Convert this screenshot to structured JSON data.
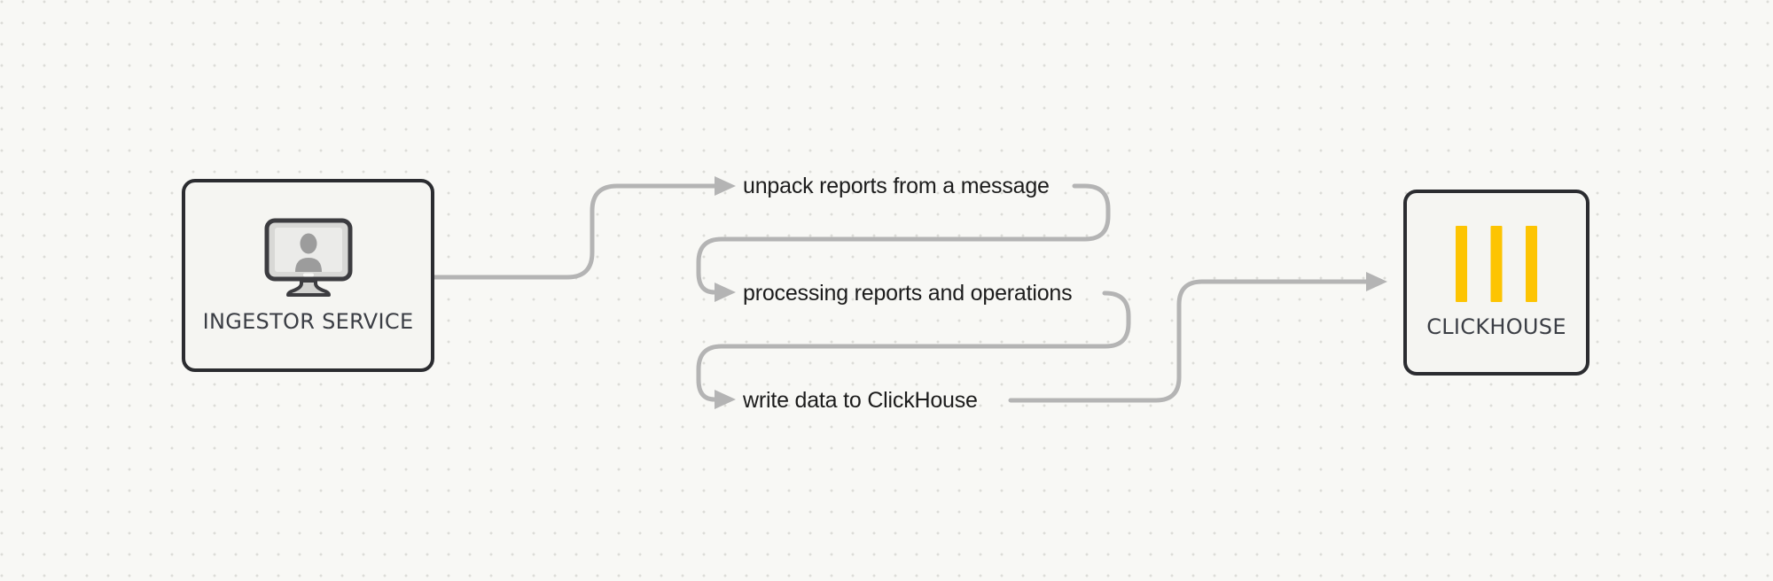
{
  "nodes": [
    {
      "id": "ingestor-service",
      "label": "INGESTOR SERVICE",
      "icon": "monitor-user-icon"
    },
    {
      "id": "clickhouse",
      "label": "CLICKHOUSE",
      "icon": "clickhouse-bars-icon"
    }
  ],
  "steps": [
    {
      "label": "unpack reports from a message"
    },
    {
      "label": "processing reports and operations"
    },
    {
      "label": "write data to ClickHouse"
    }
  ],
  "colors": {
    "background": "#f8f8f5",
    "dot_grid": "#dcdcd8",
    "connector": "#b4b4b4",
    "box_border": "#2b2c30",
    "box_fill": "#f5f5f2",
    "step_text": "#1c1c1c",
    "caption_text": "#3b3e45",
    "clickhouse_yellow": "#fdc402",
    "icon_gray": "#9c9c9c"
  }
}
